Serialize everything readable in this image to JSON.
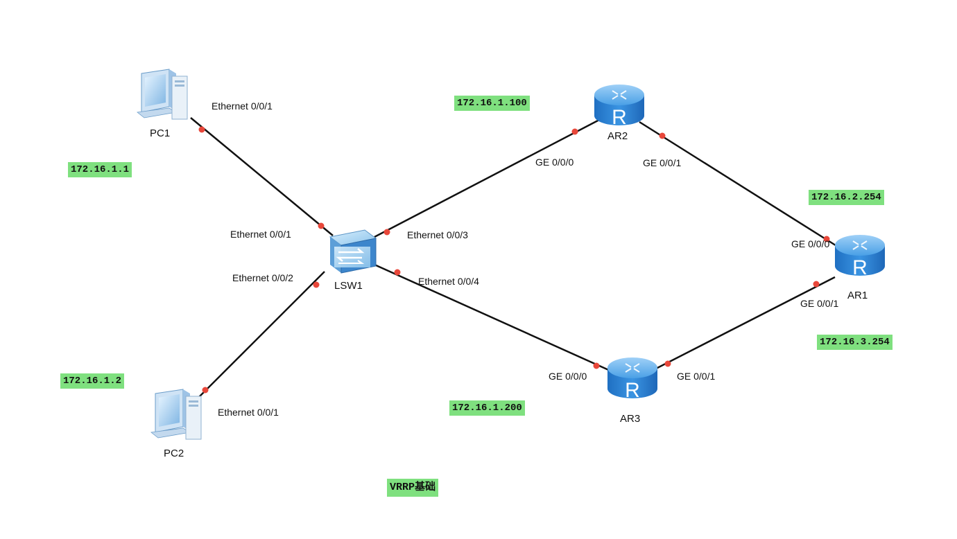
{
  "diagram": {
    "devices": {
      "pc1": "PC1",
      "pc2": "PC2",
      "lsw1": "LSW1",
      "ar1": "AR1",
      "ar2": "AR2",
      "ar3": "AR3"
    },
    "ports": {
      "pc1_eth": "Ethernet 0/0/1",
      "pc2_eth": "Ethernet 0/0/1",
      "lsw1_e1": "Ethernet 0/0/1",
      "lsw1_e2": "Ethernet 0/0/2",
      "lsw1_e3": "Ethernet 0/0/3",
      "lsw1_e4": "Ethernet 0/0/4",
      "ar2_g0": "GE 0/0/0",
      "ar2_g1": "GE 0/0/1",
      "ar3_g0": "GE 0/0/0",
      "ar3_g1": "GE 0/0/1",
      "ar1_g0": "GE 0/0/0",
      "ar1_g1": "GE 0/0/1"
    },
    "ip_tags": {
      "pc1": "172.16.1.1",
      "pc2": "172.16.1.2",
      "ar2": "172.16.1.100",
      "ar3": "172.16.1.200",
      "ar1_top": "172.16.2.254",
      "ar1_bottom": "172.16.3.254"
    },
    "caption": "VRRP基础",
    "colors": {
      "tag_bg": "#7fe07f",
      "link": "#111111",
      "port_dot": "#e8473a",
      "router_blue": "#2e86d6"
    }
  }
}
